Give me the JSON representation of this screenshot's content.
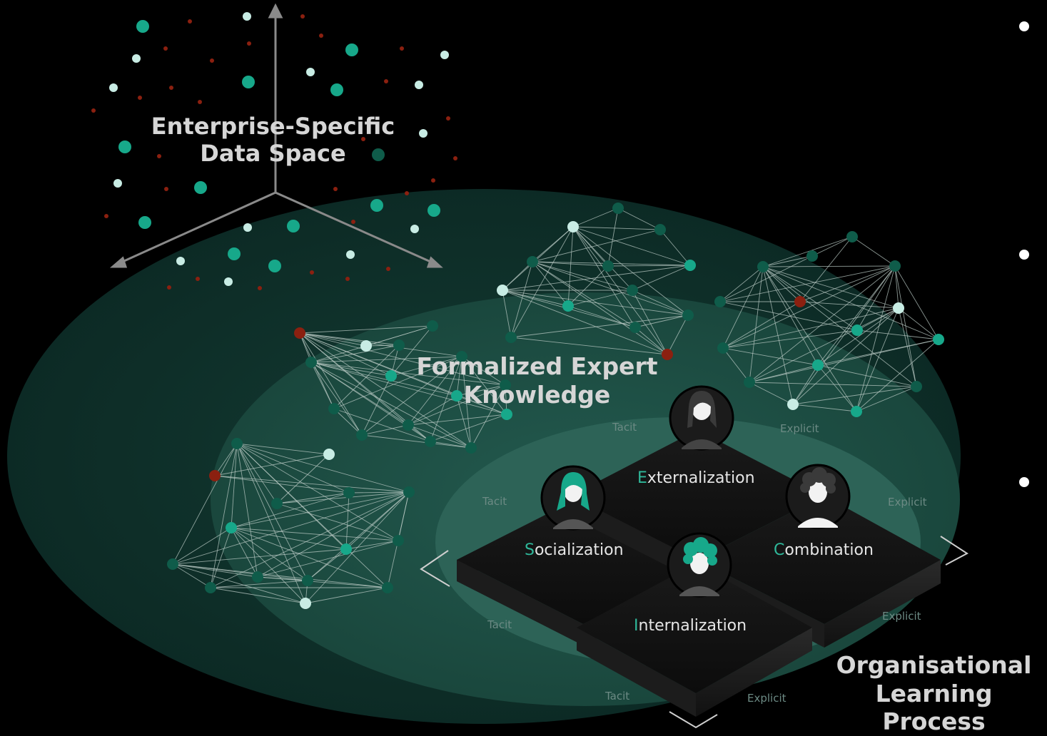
{
  "titles": {
    "data_space": "Enterprise-Specific Data Space",
    "expert_knowledge": "Formalized Expert Knowledge",
    "learning_process": "Organisational Learning Process"
  },
  "seci": {
    "externalization": {
      "first": "E",
      "rest": "xternalization"
    },
    "socialization": {
      "first": "S",
      "rest": "ocialization"
    },
    "combination": {
      "first": "C",
      "rest": "ombination"
    },
    "internalization": {
      "first": "I",
      "rest": "nternalization"
    }
  },
  "axis_labels": {
    "tacit_1": "Tacit",
    "explicit_1": "Explicit",
    "tacit_2": "Tacit",
    "explicit_2": "Explicit",
    "tacit_3": "Tacit",
    "explicit_3": "Explicit",
    "tacit_4": "Tacit",
    "explicit_4": "Explicit"
  },
  "colors": {
    "background": "#000000",
    "outer_ellipse": "#0e2f28",
    "mid_ellipse": "#1b4a41",
    "inner_ellipse": "#2e6459",
    "teal": "#17a88a",
    "dark_teal": "#0f5c4a",
    "light_node": "#c8ece4",
    "red_node": "#8b2010"
  }
}
